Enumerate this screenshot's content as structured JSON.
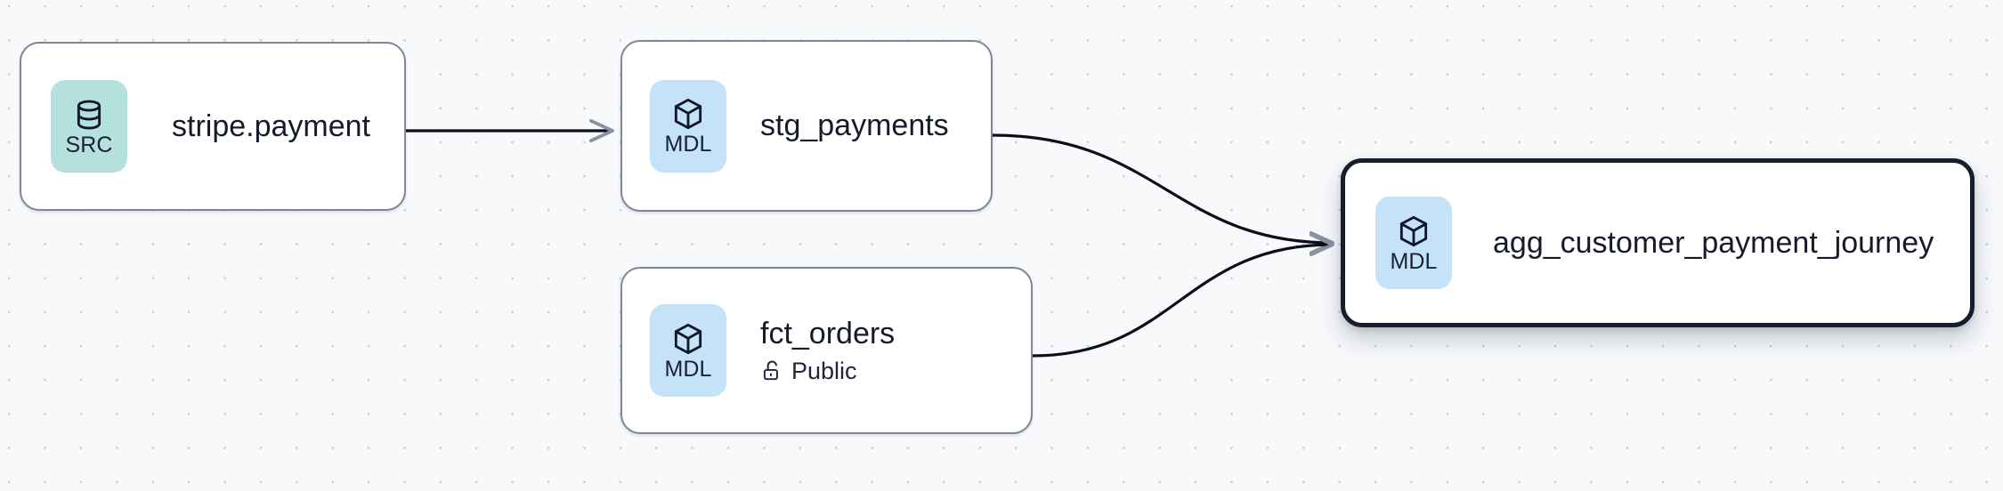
{
  "canvas": {
    "background_color": "#f7f9fb",
    "dot_color": "#c9cedb",
    "edge_color": "#0c0f19"
  },
  "badge_colors": {
    "source": "#b4e0dd",
    "model": "#c4e2f8"
  },
  "nodes": [
    {
      "id": "stripe-payment",
      "title": "stripe.payment",
      "badge_label": "SRC",
      "badge_kind": "source",
      "badge_icon": "database-icon",
      "selected": false,
      "subtitle": null,
      "subtitle_icon": null
    },
    {
      "id": "stg-payments",
      "title": "stg_payments",
      "badge_label": "MDL",
      "badge_kind": "model",
      "badge_icon": "cube-icon",
      "selected": false,
      "subtitle": null,
      "subtitle_icon": null
    },
    {
      "id": "fct-orders",
      "title": "fct_orders",
      "badge_label": "MDL",
      "badge_kind": "model",
      "badge_icon": "cube-icon",
      "selected": false,
      "subtitle": "Public",
      "subtitle_icon": "unlock-icon"
    },
    {
      "id": "agg-customer-payment-journey",
      "title": "agg_customer_payment_journey",
      "badge_label": "MDL",
      "badge_kind": "model",
      "badge_icon": "cube-icon",
      "selected": true,
      "subtitle": null,
      "subtitle_icon": null
    }
  ],
  "edges": [
    {
      "from": "stripe-payment",
      "to": "stg-payments",
      "shape": "straight"
    },
    {
      "from": "stg-payments",
      "to": "agg-customer-payment-journey",
      "shape": "bezier"
    },
    {
      "from": "fct-orders",
      "to": "agg-customer-payment-journey",
      "shape": "bezier"
    }
  ]
}
